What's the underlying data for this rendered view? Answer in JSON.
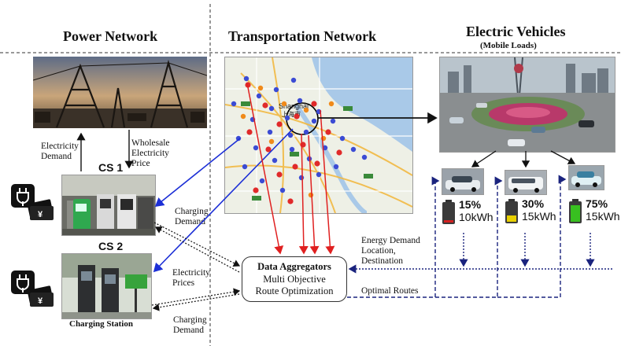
{
  "headers": {
    "power_network": "Power Network",
    "transportation_network": "Transportation Network",
    "electric_vehicles": "Electric Vehicles",
    "mobile_loads": "(Mobile Loads)"
  },
  "power": {
    "electricity_demand": [
      "Electricity",
      "Demand"
    ],
    "wholesale_price": [
      "Wholesale",
      "Electricity",
      "Price"
    ],
    "cs1": "CS 1",
    "cs2": "CS 2",
    "charging_station": "Charging Station"
  },
  "flows": {
    "charging_demand_1": [
      "Charging",
      "Demand"
    ],
    "electricity_prices": [
      "Electricity",
      "Prices"
    ],
    "charging_demand_2": [
      "Charging",
      "Demand"
    ],
    "energy_demand": [
      "Energy Demand",
      "Location,",
      "Destination"
    ],
    "optimal_routes": "Optimal Routes"
  },
  "aggregator": {
    "title": "Data Aggregators",
    "line1": "Multi Objective",
    "line2": "Route Optimization"
  },
  "map_labels": {
    "city": "Shanghai",
    "city_cn": "上海市"
  },
  "vehicles": [
    {
      "pct": "15%",
      "kwh": "10kWh",
      "color": "#d42020"
    },
    {
      "pct": "30%",
      "kwh": "15kWh",
      "color": "#e8d000"
    },
    {
      "pct": "75%",
      "kwh": "15kWh",
      "color": "#38c020"
    }
  ],
  "colors": {
    "blue_arrow": "#1c2fd6",
    "red_arrow": "#e02020",
    "dark_navy": "#1a237e"
  }
}
